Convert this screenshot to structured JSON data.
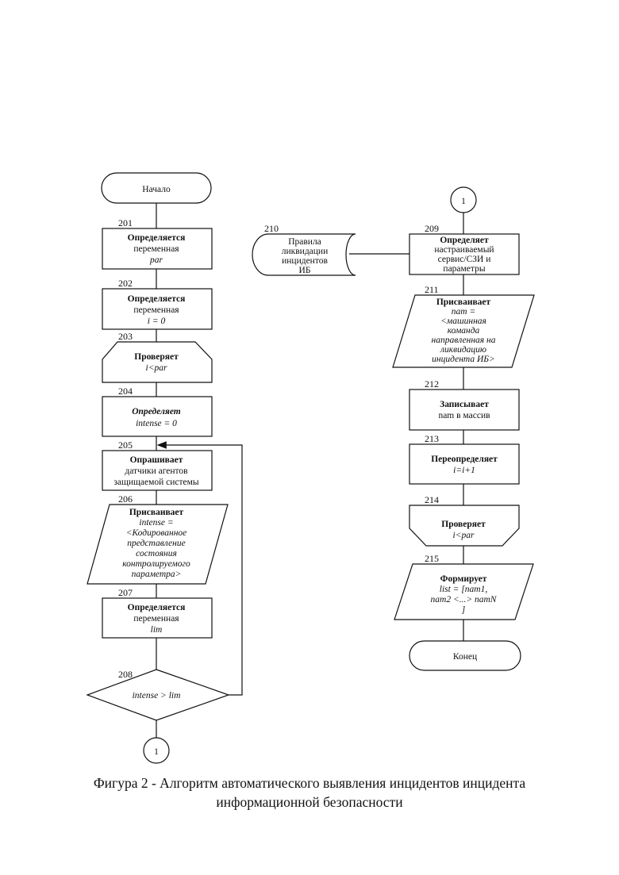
{
  "flowchart": {
    "start": "Начало",
    "end": "Конец",
    "connector": "1",
    "steps": {
      "s201": {
        "number": "201",
        "lines": [
          "Определяется",
          "переменная",
          "par"
        ]
      },
      "s202": {
        "number": "202",
        "lines": [
          "Определяется",
          "переменная",
          "i = 0"
        ]
      },
      "s203": {
        "number": "203",
        "lines": [
          "Проверяет",
          "i<par"
        ]
      },
      "s204": {
        "number": "204",
        "lines": [
          "Определяет",
          "intense = 0"
        ]
      },
      "s205": {
        "number": "205",
        "lines": [
          "Опрашивает",
          "датчики агентов",
          "защищаемой системы"
        ]
      },
      "s206": {
        "number": "206",
        "lines": [
          "Присваивает",
          "intense =",
          "<Кодированное",
          "представление",
          "состояния",
          "контролируемого",
          "параметра>"
        ]
      },
      "s207": {
        "number": "207",
        "lines": [
          "Определяется",
          "переменная",
          "lim"
        ]
      },
      "s208": {
        "number": "208",
        "lines": [
          "intense > lim"
        ]
      },
      "s209": {
        "number": "209",
        "lines": [
          "Определяет",
          "настраиваемый",
          "сервис/СЗИ и",
          "параметры"
        ]
      },
      "s210": {
        "number": "210",
        "lines": [
          "Правила",
          "ликвидации",
          "инцидентов",
          "ИБ"
        ]
      },
      "s211": {
        "number": "211",
        "lines": [
          "Присваивает",
          "nam =",
          "<машинная",
          "команда",
          "направленная на",
          "ликвидацию",
          "инцидента ИБ>"
        ]
      },
      "s212": {
        "number": "212",
        "lines": [
          "Записывает",
          "nam в массив"
        ]
      },
      "s213": {
        "number": "213",
        "lines": [
          "Переопределяет",
          "i=i+1"
        ]
      },
      "s214": {
        "number": "214",
        "lines": [
          "Проверяет",
          "i<par"
        ]
      },
      "s215": {
        "number": "215",
        "lines": [
          "Формирует",
          "list = [nam1,",
          "nam2 <...> namN",
          "]"
        ]
      }
    }
  },
  "caption": {
    "line1": "Фигура 2 - Алгоритм автоматического выявления инцидентов инцидента",
    "line2": "информационной безопасности"
  }
}
